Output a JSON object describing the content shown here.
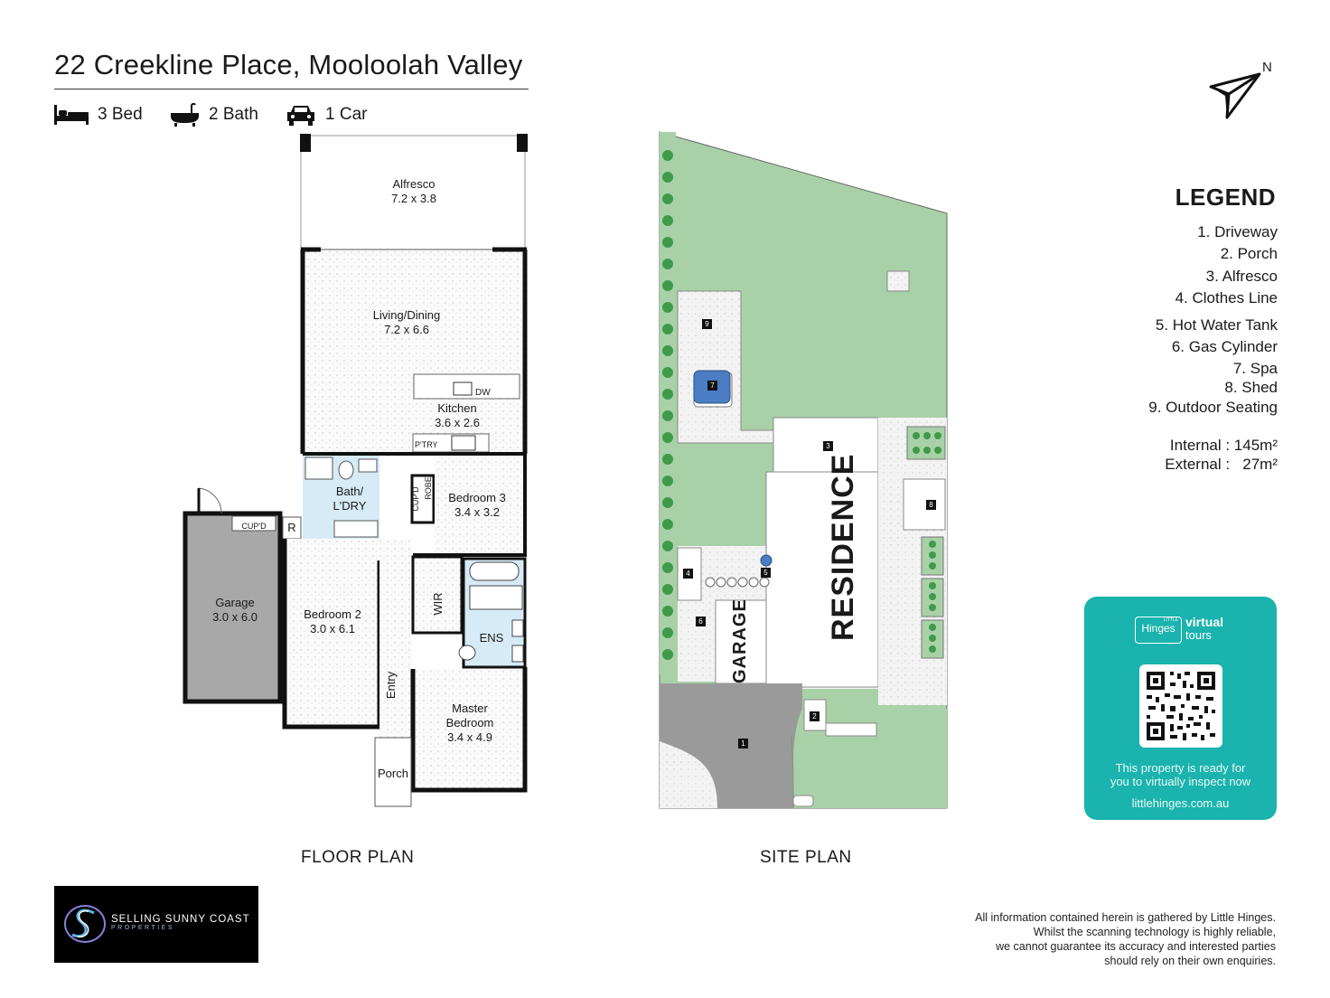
{
  "header": {
    "address": "22 Creekline Place, Mooloolah Valley",
    "bed_label": "3 Bed",
    "bath_label": "2 Bath",
    "car_label": "1 Car"
  },
  "floor_plan": {
    "label": "FLOOR PLAN",
    "rooms": {
      "alfresco_name": "Alfresco",
      "alfresco_size": "7.2 x 3.8",
      "living_name": "Living/Dining",
      "living_size": "7.2 x 6.6",
      "kitchen_name": "Kitchen",
      "kitchen_size": "3.6 x 2.6",
      "dw": "DW",
      "ptry": "P'TRY",
      "bath_name": "Bath/",
      "bath_name2": "L'DRY",
      "cupd_vertical": "CUP'D",
      "robe_vertical": "ROBE",
      "bed3_name": "Bedroom 3",
      "bed3_size": "3.4 x 3.2",
      "garage_name": "Garage",
      "garage_size": "3.0 x 6.0",
      "cupd_garage": "CUP'D",
      "r": "R",
      "bed2_name": "Bedroom 2",
      "bed2_size": "3.0 x 6.1",
      "wir": "WIR",
      "ens": "ENS",
      "entry": "Entry",
      "master_name": "Master",
      "master_name2": "Bedroom",
      "master_size": "3.4 x 4.9",
      "porch": "Porch"
    }
  },
  "site_plan": {
    "label": "SITE PLAN",
    "residence": "RESIDENCE",
    "garage": "GARAGE",
    "markers": [
      "1",
      "2",
      "3",
      "4",
      "5",
      "6",
      "7",
      "8",
      "9"
    ]
  },
  "compass": {
    "north": "N"
  },
  "legend": {
    "title": "LEGEND",
    "items": [
      "1. Driveway",
      "2. Porch",
      "3. Alfresco",
      "4. Clothes Line",
      "5. Hot Water Tank",
      "6. Gas Cylinder",
      "7. Spa",
      "8. Shed",
      "9. Outdoor Seating"
    ],
    "internal_label": "Internal",
    "internal_value": ": 145m²",
    "external_label": "External :",
    "external_value": "27m²"
  },
  "virtual_tours": {
    "brand_small": "LITTLE",
    "brand": "Hinges",
    "virtual": "virtual",
    "tours": "tours",
    "line1": "This property is ready for",
    "line2": "you to virtually inspect now",
    "url": "littlehinges.com.au"
  },
  "agency": {
    "name": "SELLING SUNNY COAST",
    "sub": "PROPERTIES"
  },
  "disclaimer": {
    "line1": "All information contained herein is gathered by Little Hinges.",
    "line2": "Whilst the scanning technology is highly reliable,",
    "line3": "we cannot guarantee its accuracy and interested parties",
    "line4": "should rely on their own enquiries."
  },
  "colors": {
    "lawn": "#a9d1a8",
    "hedge": "#3f9a4a",
    "driveway": "#9a9a9a",
    "garage_fill": "#a8a8a8",
    "wet_area": "#d7ebf6",
    "card": "#1ab3ad"
  }
}
